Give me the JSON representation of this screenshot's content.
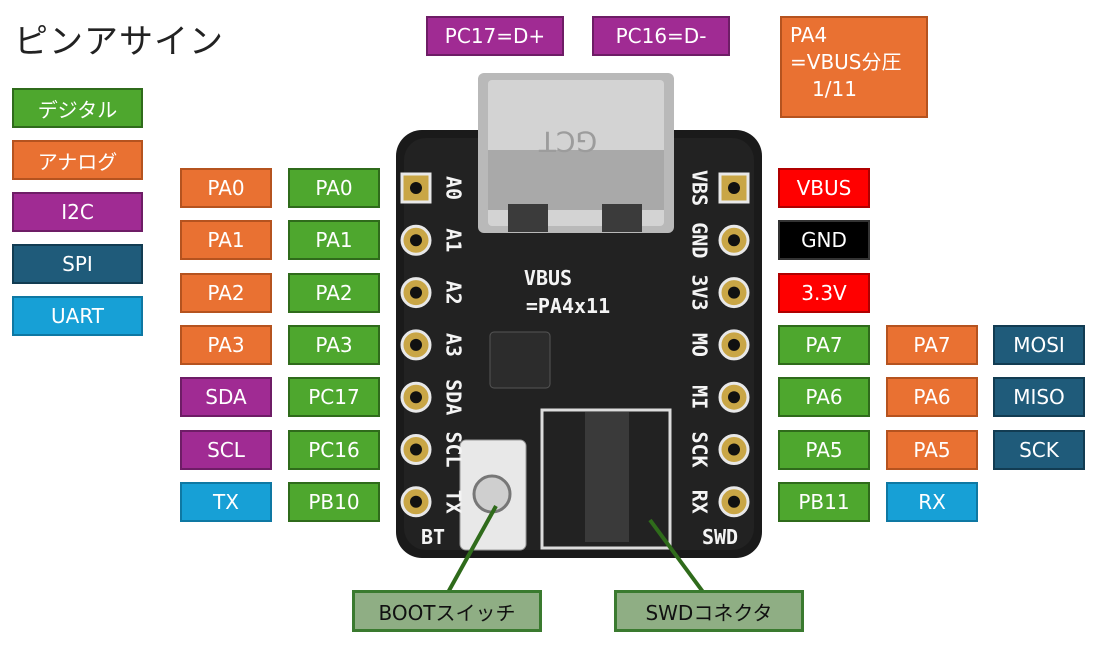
{
  "title": "ピンアサイン",
  "legend": [
    "デジタル",
    "アナログ",
    "I2C",
    "SPI",
    "UART"
  ],
  "top_labels": {
    "usb_dp": "PC17=D+",
    "usb_dm": "PC16=D-"
  },
  "vbus_note": {
    "line1": "PA4",
    "line2": "=VBUS分圧",
    "line3": "1/11"
  },
  "left_pins": [
    {
      "func": "PA0",
      "digital": "PA0"
    },
    {
      "func": "PA1",
      "digital": "PA1"
    },
    {
      "func": "PA2",
      "digital": "PA2"
    },
    {
      "func": "PA3",
      "digital": "PA3"
    },
    {
      "func": "SDA",
      "digital": "PC17"
    },
    {
      "func": "SCL",
      "digital": "PC16"
    },
    {
      "func": "TX",
      "digital": "PB10"
    }
  ],
  "right_pins": [
    {
      "a": "VBUS"
    },
    {
      "a": "GND"
    },
    {
      "a": "3.3V"
    },
    {
      "a": "PA7",
      "b": "PA7",
      "c": "MOSI"
    },
    {
      "a": "PA6",
      "b": "PA6",
      "c": "MISO"
    },
    {
      "a": "PA5",
      "b": "PA5",
      "c": "SCK"
    },
    {
      "a": "PB11",
      "b": "RX"
    }
  ],
  "board": {
    "silk_left": [
      "A0",
      "A1",
      "A2",
      "A3",
      "SDA",
      "SCL",
      "TX"
    ],
    "silk_right": [
      "VBS",
      "GND",
      "3V3",
      "MO",
      "MI",
      "SCK",
      "RX"
    ],
    "silk_center_1": "VBUS",
    "silk_center_2": "=PA4x11",
    "silk_bt": "BT",
    "silk_swd": "SWD",
    "usb_mark": "GCT"
  },
  "callouts": {
    "boot": "BOOTスイッチ",
    "swd": "SWDコネクタ"
  }
}
